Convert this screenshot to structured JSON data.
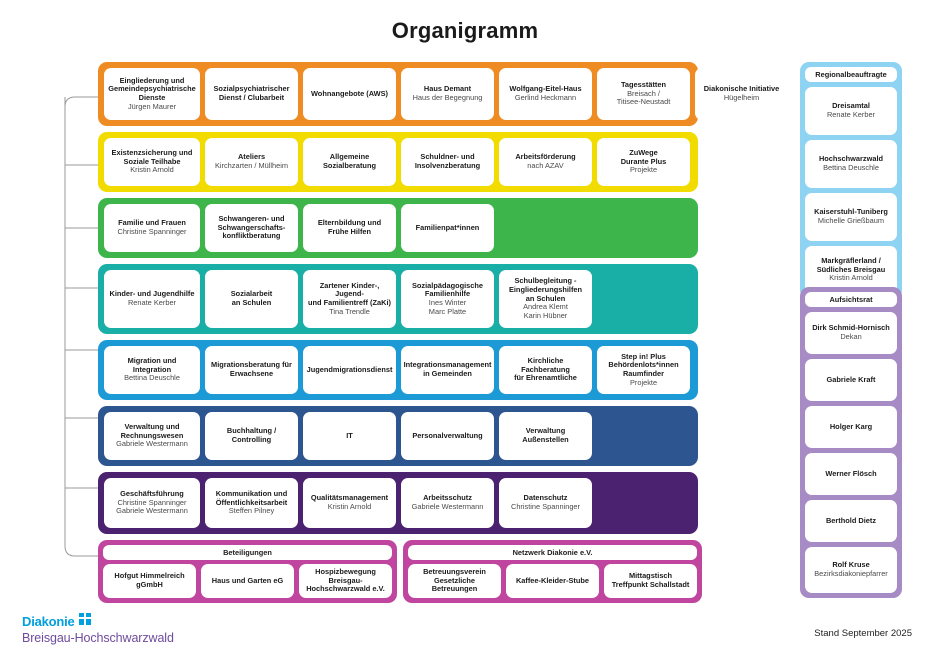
{
  "title": "Organigramm",
  "footer": {
    "logo_word": "Diakonie",
    "logo_sub": "Breisgau-Hochschwarzwald",
    "stand": "Stand September 2025"
  },
  "colors": {
    "orange": "#EE8B22",
    "yellow": "#F2DC00",
    "green": "#3EB54B",
    "teal": "#19AEA6",
    "blue": "#1C9AD6",
    "navy": "#2D5590",
    "purple": "#4B2270",
    "magenta": "#C0459E",
    "light_blue": "#8ED3F1",
    "light_purple": "#A68BC4",
    "logo_blue": "#00A0DF",
    "logo_violet": "#6E4B9E"
  },
  "rows": [
    {
      "color": "#EE8B22",
      "cards": [
        {
          "title": "Eingliederung und\nGemeindepsychiatrische\nDienste",
          "sub": "Jürgen Maurer"
        },
        {
          "title": "Sozialpsychiatrischer\nDienst / Clubarbeit",
          "sub": ""
        },
        {
          "title": "Wohnangebote (AWS)",
          "sub": ""
        },
        {
          "title": "Haus Demant",
          "sub": "Haus der Begegnung"
        },
        {
          "title": "Wolfgang-Eitel-Haus",
          "sub": "Gerlind Heckmann"
        },
        {
          "title": "Tagesstätten",
          "sub": "Breisach /\nTitisee-Neustadt"
        },
        {
          "title": "Diakonische Initiative",
          "sub": "Hügelheim"
        }
      ]
    },
    {
      "color": "#F2DC00",
      "cards": [
        {
          "title": "Existenzsicherung und\nSoziale Teilhabe",
          "sub": "Kristin Arnold"
        },
        {
          "title": "Ateliers",
          "sub": "Kirchzarten / Müllheim"
        },
        {
          "title": "Allgemeine\nSozialberatung",
          "sub": ""
        },
        {
          "title": "Schuldner- und\nInsolvenzberatung",
          "sub": ""
        },
        {
          "title": "Arbeitsförderung",
          "sub": "nach AZAV"
        },
        {
          "title": "ZuWege\nDurante Plus",
          "sub": "Projekte"
        }
      ]
    },
    {
      "color": "#3EB54B",
      "cards": [
        {
          "title": "Familie und Frauen",
          "sub": "Christine Spanninger"
        },
        {
          "title": "Schwangeren- und\nSchwangerschafts-\nkonfliktberatung",
          "sub": ""
        },
        {
          "title": "Elternbildung und\nFrühe Hilfen",
          "sub": ""
        },
        {
          "title": "Familienpat*innen",
          "sub": ""
        }
      ]
    },
    {
      "color": "#19AEA6",
      "cards": [
        {
          "title": "Kinder- und Jugendhilfe",
          "sub": "Renate Kerber"
        },
        {
          "title": "Sozialarbeit\nan Schulen",
          "sub": ""
        },
        {
          "title": "Zartener Kinder-, Jugend-\nund Familientreff (ZaKi)",
          "sub": "Tina Trendle"
        },
        {
          "title": "Sozialpädagogische\nFamilienhilfe",
          "sub": "Ines Winter\nMarc Platte"
        },
        {
          "title": "Schulbegleitung -\nEingliederungshilfen\nan Schulen",
          "sub": "Andrea Klemt\nKarin Hübner"
        }
      ]
    },
    {
      "color": "#1C9AD6",
      "cards": [
        {
          "title": "Migration und Integration",
          "sub": "Bettina Deuschle"
        },
        {
          "title": "Migrationsberatung für\nErwachsene",
          "sub": ""
        },
        {
          "title": "Jugendmigrationsdienst",
          "sub": ""
        },
        {
          "title": "Integrationsmanagement\nin Gemeinden",
          "sub": ""
        },
        {
          "title": "Kirchliche Fachberatung\nfür Ehrenamtliche",
          "sub": ""
        },
        {
          "title": "Step in! Plus\nBehördenlots*innen\nRaumfinder",
          "sub": "Projekte"
        }
      ]
    },
    {
      "color": "#2D5590",
      "cards": [
        {
          "title": "Verwaltung und\nRechnungswesen",
          "sub": "Gabriele Westermann"
        },
        {
          "title": "Buchhaltung /\nControlling",
          "sub": ""
        },
        {
          "title": "IT",
          "sub": ""
        },
        {
          "title": "Personalverwaltung",
          "sub": ""
        },
        {
          "title": "Verwaltung\nAußenstellen",
          "sub": ""
        }
      ]
    },
    {
      "color": "#4B2270",
      "cards": [
        {
          "title": "Geschäftsführung",
          "sub": "Christine Spanninger\nGabriele Westermann"
        },
        {
          "title": "Kommunikation und\nÖffentlichkeitsarbeit",
          "sub": "Steffen Pilney"
        },
        {
          "title": "Qualitätsmanagement",
          "sub": "Kristin Arnold"
        },
        {
          "title": "Arbeitsschutz",
          "sub": "Gabriele Westermann"
        },
        {
          "title": "Datenschutz",
          "sub": "Christine Spanninger"
        }
      ]
    }
  ],
  "bottom_groups": [
    {
      "color": "#C0459E",
      "heading": "Beteiligungen",
      "cards": [
        "Hofgut Himmelreich gGmbH",
        "Haus und Garten eG",
        "Hospizbewegung Breisgau-\nHochschwarzwald e.V."
      ]
    },
    {
      "color": "#C0459E",
      "heading": "Netzwerk Diakonie e.V.",
      "cards": [
        "Betreuungsverein\nGesetzliche Betreuungen",
        "Kaffee-Kleider-Stube",
        "Mittagstisch\nTreffpunkt Schallstadt"
      ]
    }
  ],
  "sidebars": [
    {
      "name": "regionalbeauftragte",
      "color": "#8ED3F1",
      "heading": "Regionalbeauftragte",
      "cards": [
        {
          "title": "Dreisamtal",
          "sub": "Renate Kerber"
        },
        {
          "title": "Hochschwarzwald",
          "sub": "Bettina Deuschle"
        },
        {
          "title": "Kaiserstuhl-Tuniberg",
          "sub": "Michelle Grießbaum"
        },
        {
          "title": "Markgräflerland /\nSüdliches Breisgau",
          "sub": "Kristin Arnold"
        }
      ]
    },
    {
      "name": "aufsichtsrat",
      "color": "#A68BC4",
      "heading": "Aufsichtsrat",
      "cards": [
        {
          "title": "Dirk Schmid-Hornisch",
          "sub": "Dekan"
        },
        {
          "title": "Gabriele Kraft",
          "sub": ""
        },
        {
          "title": "Holger Karg",
          "sub": ""
        },
        {
          "title": "Werner Flösch",
          "sub": ""
        },
        {
          "title": "Berthold Dietz",
          "sub": ""
        },
        {
          "title": "Rolf Kruse",
          "sub": "Bezirksdiakoniepfarrer"
        }
      ]
    }
  ]
}
